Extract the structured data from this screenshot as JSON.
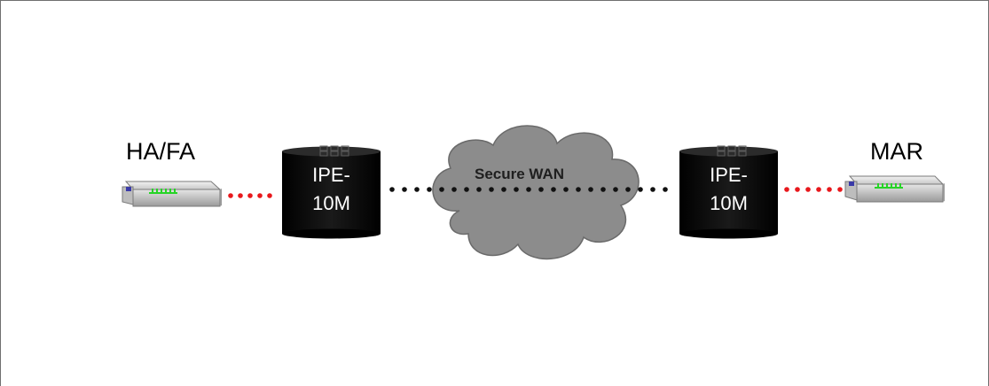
{
  "nodes": {
    "left_router": {
      "label": "HA/FA",
      "icon": "router-icon"
    },
    "left_encryptor": {
      "line1": "IPE-",
      "line2": "10M",
      "icon": "encryptor-icon"
    },
    "cloud": {
      "label": "Secure WAN",
      "icon": "cloud-icon"
    },
    "right_encryptor": {
      "line1": "IPE-",
      "line2": "10M",
      "icon": "encryptor-icon"
    },
    "right_router": {
      "label": "MAR",
      "icon": "router-icon"
    }
  },
  "links": [
    {
      "from": "HA/FA",
      "to": "IPE-10M",
      "style": "dotted",
      "color": "#e8181c"
    },
    {
      "from": "IPE-10M",
      "to": "IPE-10M",
      "style": "dotted",
      "color": "#111111"
    },
    {
      "from": "IPE-10M",
      "to": "MAR",
      "style": "dotted",
      "color": "#e8181c"
    }
  ],
  "colors": {
    "cloud_fill": "#8c8c8c",
    "encryptor_fill": "#0d0d0d",
    "router_body": "#d9d9d9",
    "router_led": "#27d427",
    "link_red": "#e8181c",
    "link_black": "#111111"
  }
}
